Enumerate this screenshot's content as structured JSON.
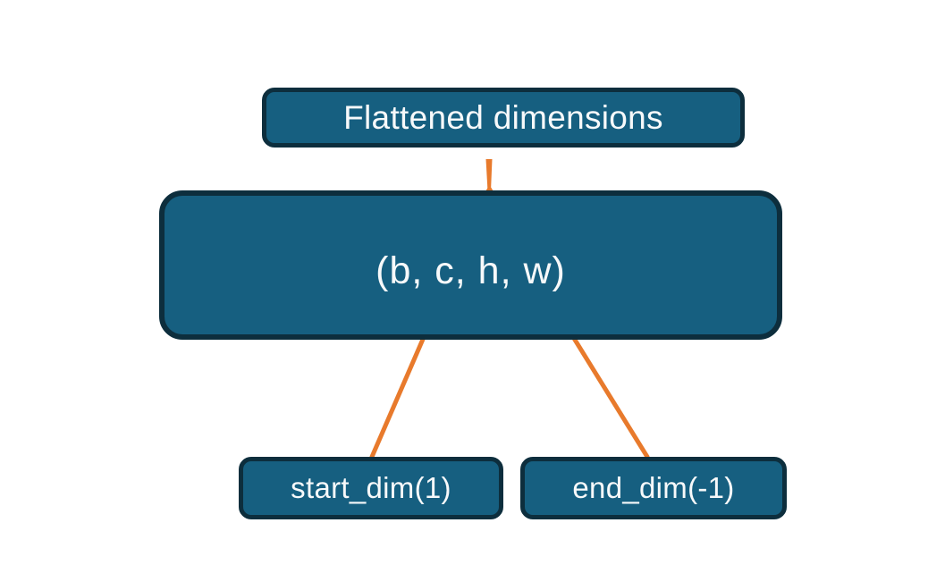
{
  "colors": {
    "background": "#FFFFFF",
    "box_fill": "#165F80",
    "box_border": "#0D2E3D",
    "accent_orange": "#E87A2C",
    "text": "#F7F9FA"
  },
  "nodes": {
    "flattened": {
      "label": "Flattened dimensions"
    },
    "tensor": {
      "label": "(b, c, h, w)"
    },
    "start_dim": {
      "label": "start_dim(1)"
    },
    "end_dim": {
      "label": "end_dim(-1)"
    }
  },
  "connectors": {
    "brace": {
      "name": "curly-brace-over-c-h-w",
      "color": "#E87A2C"
    },
    "stem": {
      "name": "stem-from-flattened-dimensions",
      "color": "#E87A2C"
    },
    "arrow_start": {
      "name": "arrow-start-dim-to-c",
      "color": "#E87A2C"
    },
    "arrow_end": {
      "name": "arrow-end-dim-to-w",
      "color": "#E87A2C"
    }
  }
}
